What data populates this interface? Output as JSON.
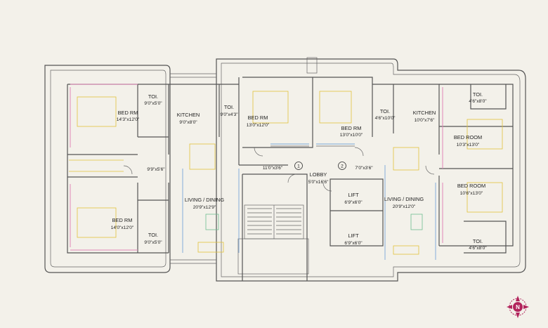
{
  "rooms": {
    "bed_rm_left_top": {
      "name": "BED RM",
      "size": "14'3\"x12'0\""
    },
    "toi_left_top": {
      "name": "TOI.",
      "size": "9'0\"x5'0\""
    },
    "kitchen_left": {
      "name": "KITCHEN",
      "size": "9'0\"x8'0\""
    },
    "toi_left_mid": {
      "name": "TOI.",
      "size": "9'0\"x4'3\""
    },
    "bed_rm_center_left": {
      "name": "BED RM",
      "size": "13'0\"x12'0\""
    },
    "bed_rm_center_right": {
      "name": "BED RM",
      "size": "13'0\"x10'0\""
    },
    "toi_right_mid": {
      "name": "TOI.",
      "size": "4'6\"x10'0\""
    },
    "kitchen_right": {
      "name": "KITCHEN",
      "size": "10'0\"x7'6\""
    },
    "toi_right_top": {
      "name": "TOI.",
      "size": "4'6\"x8'0\""
    },
    "bed_room_right_top": {
      "name": "BED ROOM",
      "size": "10'3\"x13'0\""
    },
    "passage_left": {
      "size": "9'9\"x5'6\""
    },
    "landing_left": {
      "size": "11'0\"x3'6\""
    },
    "landing_right": {
      "size": "7'0\"x3'6\""
    },
    "lobby": {
      "name": "LOBBY",
      "size": "5'0\"x16'6\""
    },
    "lift_1": {
      "name": "LIFT",
      "size": "6'9\"x6'0\""
    },
    "lift_2": {
      "name": "LIFT",
      "size": "6'9\"x6'0\""
    },
    "bed_room_right_bottom": {
      "name": "BED ROOM",
      "size": "10'6\"x13'0\""
    },
    "living_left": {
      "name": "LIVING / DINING",
      "size": "20'9\"x12'9\""
    },
    "living_right": {
      "name": "LIVING / DINING",
      "size": "20'9\"x12'0\""
    },
    "bed_rm_left_bottom": {
      "name": "BED RM",
      "size": "14'0\"x12'0\""
    },
    "toi_left_bottom": {
      "name": "TOI.",
      "size": "9'0\"x5'0\""
    },
    "toi_right_bottom": {
      "name": "TOI.",
      "size": "4'6\"x8'0\""
    }
  },
  "markers": {
    "flat_1": "1",
    "flat_2": "2"
  },
  "compass": {
    "label": "N"
  },
  "colors": {
    "background": "#f3f1ea",
    "compass": "#b2245c",
    "wall": "#555555"
  }
}
